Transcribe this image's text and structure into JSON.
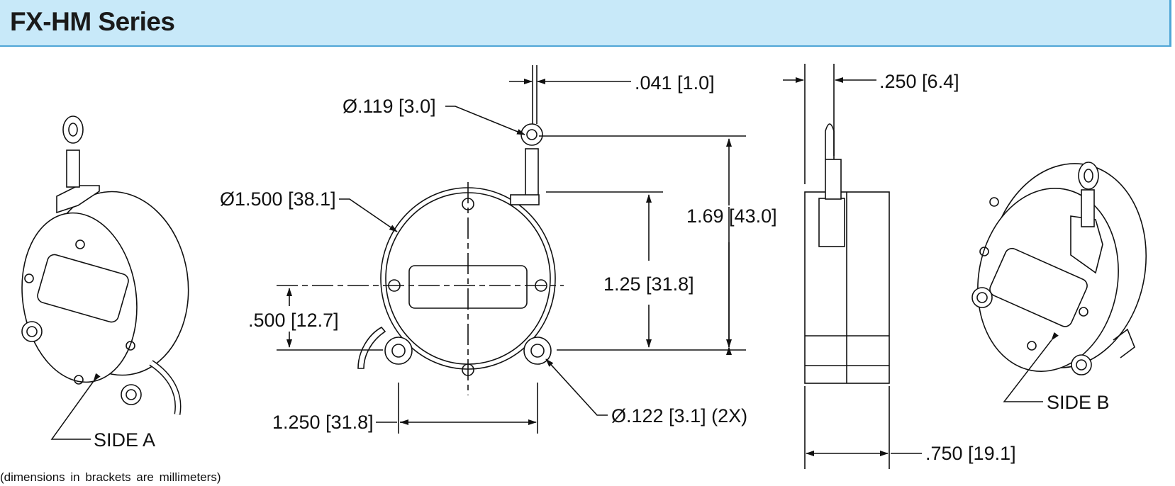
{
  "header": {
    "title": "FX-HM Series"
  },
  "labels": {
    "side_a": "SIDE A",
    "side_b": "SIDE B"
  },
  "dimensions": {
    "cable_thickness": ".041 [1.0]",
    "eyelet_hole_dia": "Ø.119 [3.0]",
    "housing_dia": "Ø1.500 [38.1]",
    "overall_height": "1.69 [43.0]",
    "body_height": "1.25 [31.8]",
    "mount_offset": ".500 [12.7]",
    "mount_spacing": "1.250 [31.8]",
    "mount_hole_dia": "Ø.122 [3.1] (2X)",
    "side_offset": ".250 [6.4]",
    "depth": ".750 [19.1]"
  },
  "footnote": "(dimensions in brackets are millimeters)",
  "colors": {
    "header_bg": "#c8e9f9",
    "header_border": "#4fa6d6",
    "line": "#111111"
  }
}
